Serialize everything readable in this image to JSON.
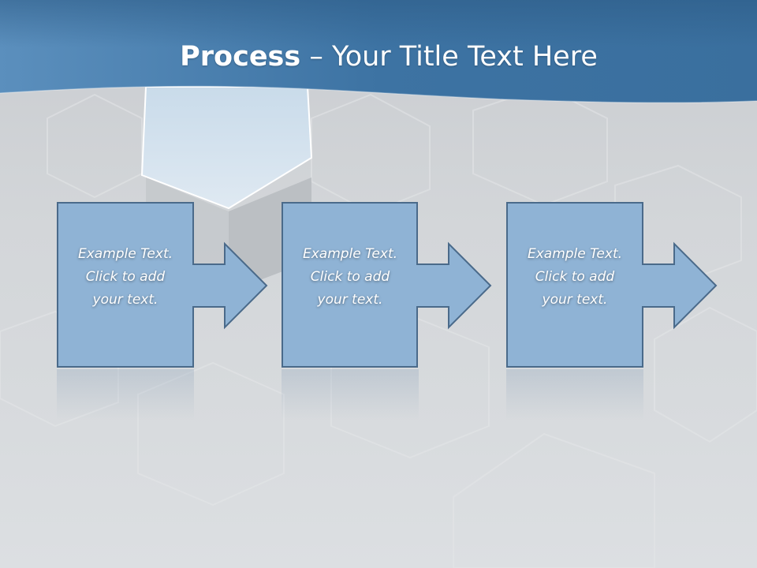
{
  "title": {
    "bold": "Process",
    "rest": " – Your Title Text Here"
  },
  "steps": [
    {
      "line1": "Example Text.",
      "line2": "Click  to add",
      "line3": "your text."
    },
    {
      "line1": "Example Text.",
      "line2": "Click  to add",
      "line3": "your text."
    },
    {
      "line1": "Example Text.",
      "line2": "Click  to add",
      "line3": "your text."
    }
  ],
  "colors": {
    "header_blue": "#3f77a6",
    "box_fill": "#8fb3d5",
    "box_stroke": "#4a6a8a",
    "background": "#d3d6d9"
  }
}
